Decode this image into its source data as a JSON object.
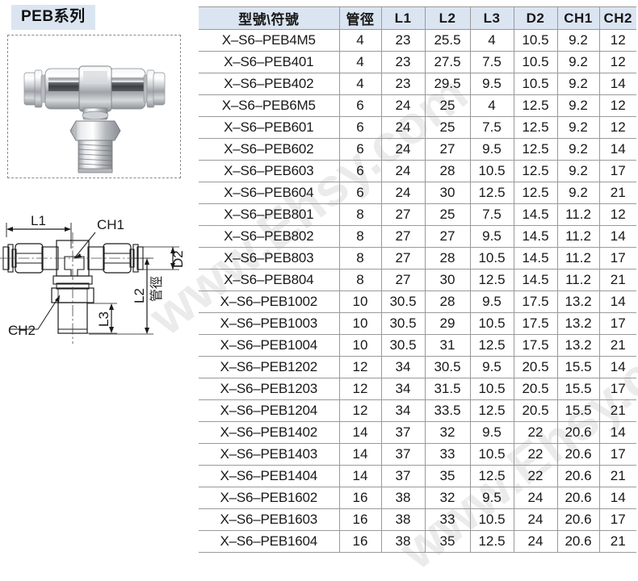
{
  "left_panel": {
    "series_title": "PEB系列",
    "photo": {
      "alt_name": "peb-tee-fitting-photo"
    },
    "drawing": {
      "labels": {
        "l1": "L1",
        "l2": "L2",
        "l3": "L3",
        "d2": "D2",
        "ch1": "CH1",
        "ch2": "CH2",
        "pipe_dia": "管徑"
      }
    }
  },
  "watermark": {
    "line1": "www.Ehsy.com",
    "line2": "www.Ehsy.com"
  },
  "table": {
    "headers": [
      "型號\\符號",
      "管徑",
      "L1",
      "L2",
      "L3",
      "D2",
      "CH1",
      "CH2"
    ],
    "rows": [
      [
        "X–S6–PEB4M5",
        "4",
        "23",
        "25.5",
        "4",
        "10.5",
        "9.2",
        "12"
      ],
      [
        "X–S6–PEB401",
        "4",
        "23",
        "27.5",
        "7.5",
        "10.5",
        "9.2",
        "12"
      ],
      [
        "X–S6–PEB402",
        "4",
        "23",
        "29.5",
        "9.5",
        "10.5",
        "9.2",
        "14"
      ],
      [
        "X–S6–PEB6M5",
        "6",
        "24",
        "25",
        "4",
        "12.5",
        "9.2",
        "12"
      ],
      [
        "X–S6–PEB601",
        "6",
        "24",
        "25",
        "7.5",
        "12.5",
        "9.2",
        "12"
      ],
      [
        "X–S6–PEB602",
        "6",
        "24",
        "27",
        "9.5",
        "12.5",
        "9.2",
        "14"
      ],
      [
        "X–S6–PEB603",
        "6",
        "24",
        "28",
        "10.5",
        "12.5",
        "9.2",
        "17"
      ],
      [
        "X–S6–PEB604",
        "6",
        "24",
        "30",
        "12.5",
        "12.5",
        "9.2",
        "21"
      ],
      [
        "X–S6–PEB801",
        "8",
        "27",
        "25",
        "7.5",
        "14.5",
        "11.2",
        "12"
      ],
      [
        "X–S6–PEB802",
        "8",
        "27",
        "27",
        "9.5",
        "14.5",
        "11.2",
        "14"
      ],
      [
        "X–S6–PEB803",
        "8",
        "27",
        "28",
        "10.5",
        "14.5",
        "11.2",
        "17"
      ],
      [
        "X–S6–PEB804",
        "8",
        "27",
        "30",
        "12.5",
        "14.5",
        "11.2",
        "21"
      ],
      [
        "X–S6–PEB1002",
        "10",
        "30.5",
        "28",
        "9.5",
        "17.5",
        "13.2",
        "14"
      ],
      [
        "X–S6–PEB1003",
        "10",
        "30.5",
        "29",
        "10.5",
        "17.5",
        "13.2",
        "17"
      ],
      [
        "X–S6–PEB1004",
        "10",
        "30.5",
        "31",
        "12.5",
        "17.5",
        "13.2",
        "21"
      ],
      [
        "X–S6–PEB1202",
        "12",
        "34",
        "30.5",
        "9.5",
        "20.5",
        "15.5",
        "14"
      ],
      [
        "X–S6–PEB1203",
        "12",
        "34",
        "31.5",
        "10.5",
        "20.5",
        "15.5",
        "17"
      ],
      [
        "X–S6–PEB1204",
        "12",
        "34",
        "33.5",
        "12.5",
        "20.5",
        "15.5",
        "21"
      ],
      [
        "X–S6–PEB1402",
        "14",
        "37",
        "32",
        "9.5",
        "22",
        "20.6",
        "14"
      ],
      [
        "X–S6–PEB1403",
        "14",
        "37",
        "33",
        "10.5",
        "22",
        "20.6",
        "17"
      ],
      [
        "X–S6–PEB1404",
        "14",
        "37",
        "35",
        "12.5",
        "22",
        "20.6",
        "21"
      ],
      [
        "X–S6–PEB1602",
        "16",
        "38",
        "32",
        "9.5",
        "24",
        "20.6",
        "14"
      ],
      [
        "X–S6–PEB1603",
        "16",
        "38",
        "33",
        "10.5",
        "24",
        "20.6",
        "17"
      ],
      [
        "X–S6–PEB1604",
        "16",
        "38",
        "35",
        "12.5",
        "24",
        "20.6",
        "21"
      ]
    ]
  },
  "colors": {
    "header_bg": "#dbe5f1",
    "border": "#9a9a9a",
    "text": "#181818"
  }
}
